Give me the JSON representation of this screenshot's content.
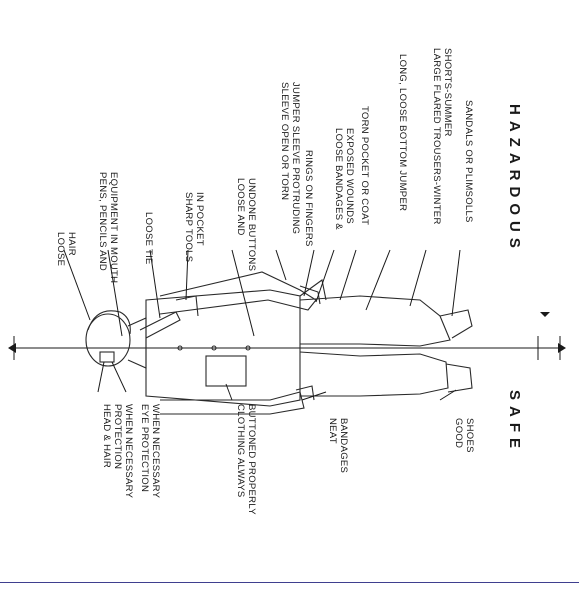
{
  "diagram": {
    "side_labels": {
      "safe": "SAFE",
      "hazardous": "HAZARDOUS"
    },
    "safe_labels": [
      {
        "lines": [
          "HEAD & HAIR",
          "PROTECTION",
          "WHEN NECESSARY"
        ]
      },
      {
        "lines": [
          "EYE PROTECTION",
          "WHEN NECESSARY"
        ]
      },
      {
        "lines": [
          "CLOTHING ALWAYS",
          "BUTTONED PROPERLY"
        ]
      },
      {
        "lines": [
          "NEAT",
          "BANDAGES"
        ]
      },
      {
        "lines": [
          "GOOD",
          "SHOES"
        ]
      }
    ],
    "hazard_labels": [
      {
        "lines": [
          "LOOSE",
          "HAIR"
        ]
      },
      {
        "lines": [
          "PENS, PENCILS AND",
          "EQUIPMENT IN MOUTH"
        ]
      },
      {
        "lines": [
          "LOOSE TIE"
        ]
      },
      {
        "lines": [
          "SHARP TOOLS",
          "IN POCKET"
        ]
      },
      {
        "lines": [
          "LOOSE AND",
          "UNDONE BUTTONS"
        ]
      },
      {
        "lines": [
          "SLEEVE OPEN OR TORN",
          "JUMPER SLEEVE PROTRUDING"
        ]
      },
      {
        "lines": [
          "RINGS ON FINGERS"
        ]
      },
      {
        "lines": [
          "LOOSE BANDAGES &",
          "EXPOSED WOUNDS"
        ]
      },
      {
        "lines": [
          "TORN POCKET OR COAT"
        ]
      },
      {
        "lines": [
          "LONG, LOOSE BOTTOM JUMPER"
        ]
      },
      {
        "lines": [
          "LARGE FLARED TROUSERS-WINTER",
          "SHORTS-SUMMER"
        ]
      },
      {
        "lines": [
          "SANDALS OR PLIMSOLLS"
        ]
      }
    ]
  }
}
